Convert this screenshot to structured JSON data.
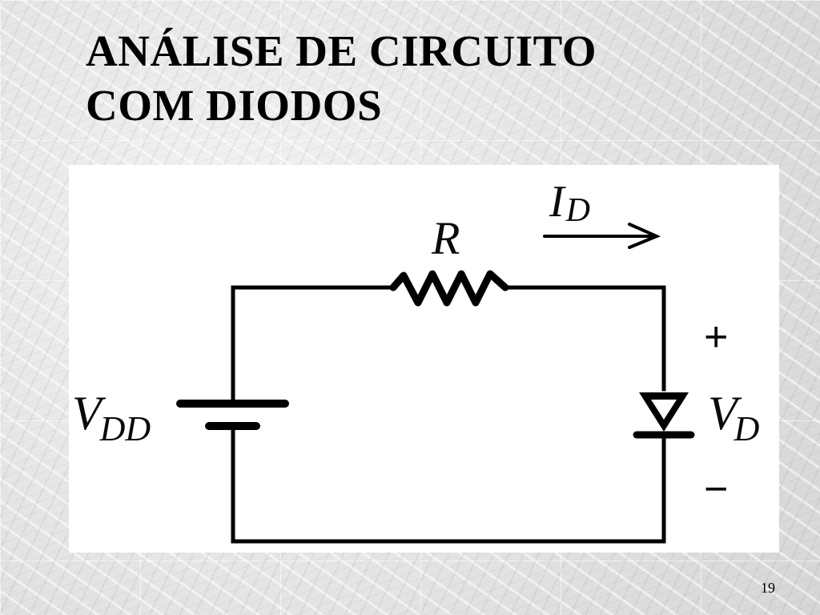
{
  "slide": {
    "title_line1": "ANÁLISE DE CIRCUITO",
    "title_line2": "COM DIODOS",
    "slide_number": "19"
  },
  "circuit": {
    "resistor_label": "R",
    "current_symbol": "I",
    "current_subscript": "D",
    "source_symbol": "V",
    "source_subscript": "DD",
    "diode_voltage_symbol": "V",
    "diode_voltage_subscript": "D",
    "plus_sign": "+",
    "minus_sign": "−",
    "wire_color": "#000000",
    "label_color": "#0a0a0a"
  }
}
